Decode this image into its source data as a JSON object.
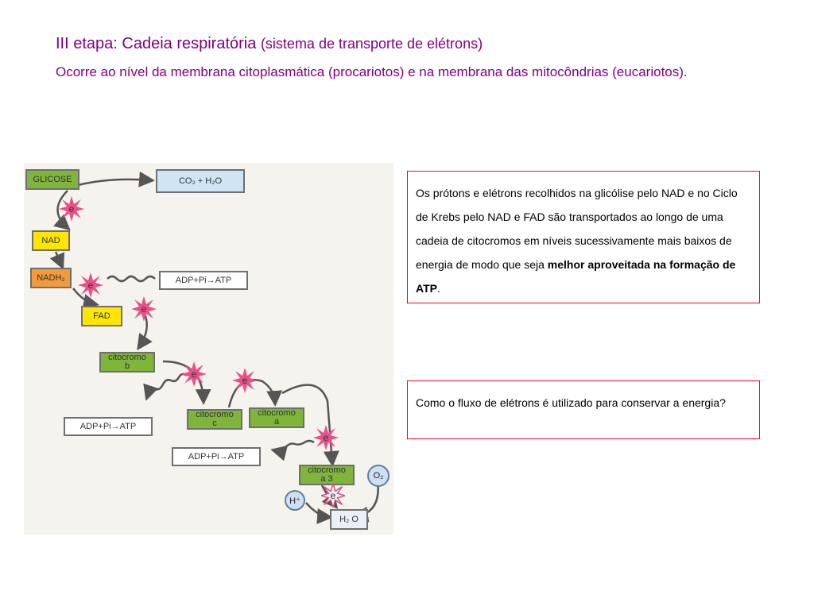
{
  "slide": {
    "title_main": "III etapa: Cadeia respiratória",
    "title_paren": "(sistema de transporte de elétrons)",
    "subtitle": "Ocorre ao nível da membrana citoplasmática (procariotos) e na membrana das mitocôndrias (eucariotos)."
  },
  "diagram": {
    "glicose": "GLICOSE",
    "co2_h2o": "CO₂ + H₂O",
    "nad": "NAD",
    "nadh2": "NADH₂",
    "fad": "FAD",
    "adp_atp": "ADP+Pi→ATP",
    "citocromo_b_line1": "citocromo",
    "citocromo_b_line2": "b",
    "citocromo_c_line1": "citocromo",
    "citocromo_c_line2": "c",
    "citocromo_a_line1": "citocromo",
    "citocromo_a_line2": "a",
    "citocromo_a3_line1": "citocromo",
    "citocromo_a3_line2": "a 3",
    "electron": "e",
    "o2": "O₂",
    "h_plus": "H⁺",
    "h2o": "H₂ O"
  },
  "box1": {
    "text_plain": "Os prótons e elétrons recolhidos na glicólise pelo NAD e no Ciclo de Krebs pelo NAD e FAD são transportados ao longo de uma cadeia de citocromos em níveis sucessivamente mais baixos de energia de modo que seja ",
    "text_bold": "melhor aproveitada na formação de ATP",
    "text_end": "."
  },
  "box2": {
    "text": "Como o fluxo de elétrons é utilizado para conservar a energia?"
  }
}
